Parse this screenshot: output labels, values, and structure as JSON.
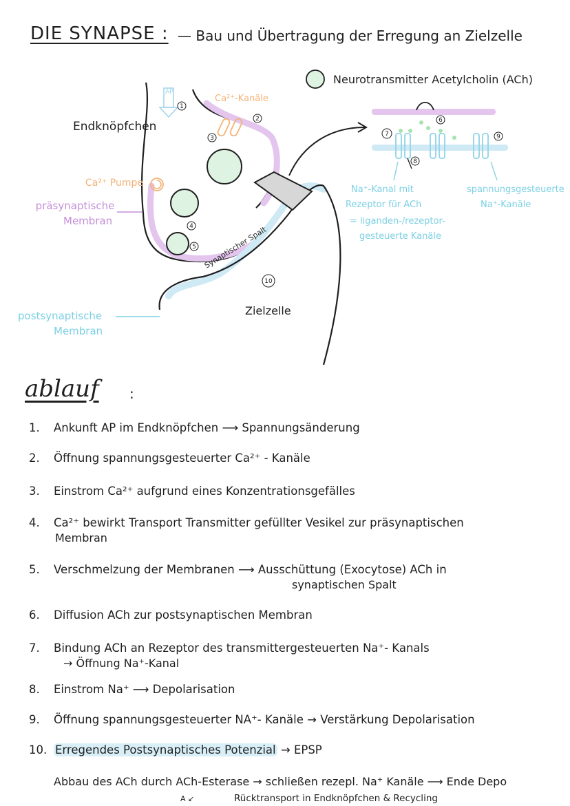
{
  "title": {
    "main": "DIE SYNAPSE :",
    "sub": "— Bau und Übertragung der Erregung an Zielzelle"
  },
  "diagram": {
    "legend": "Neurotransmitter Acetylcholin (ACh)",
    "labels": {
      "endknoepfchen": "Endknöpfchen",
      "ca_kanaele": "Ca²⁺-Kanäle",
      "ca_pumpe": "Ca²⁺ Pumpe",
      "ap": "AP",
      "praesyn_1": "präsynaptische",
      "praesyn_2": "Membran",
      "spalt": "Synaptischer Spalt",
      "postsyn_1": "postsynaptische",
      "postsyn_2": "Membran",
      "zielzelle": "Zielzelle",
      "na_kanal_1": "Na⁺-Kanal mit",
      "na_kanal_2": "Rezeptor für ACh",
      "na_kanal_3": "= liganden-/rezeptor-",
      "na_kanal_4": "gesteuerte Kanäle",
      "spann_1": "spannungsgesteuerte",
      "spann_2": "Na⁺-Kanäle"
    },
    "markers": [
      "1",
      "2",
      "3",
      "4",
      "5",
      "6",
      "7",
      "8",
      "9",
      "10"
    ],
    "colors": {
      "purple": "#c48fd8",
      "blue": "#7cd0e4",
      "orange": "#f3b276",
      "green": "#a6e3b0"
    }
  },
  "ablauf": {
    "heading": "ablauf",
    "colon": ":"
  },
  "steps": [
    {
      "num": "1.",
      "text": "Ankunft AP im Endknöpfchen  ⟶ Spannungsänderung"
    },
    {
      "num": "2.",
      "text": "Öffnung spannungsgesteuerter Ca²⁺ - Kanäle"
    },
    {
      "num": "3.",
      "text": "Einstrom Ca²⁺ aufgrund eines Konzentrationsgefälles"
    },
    {
      "num": "4.",
      "text": "Ca²⁺ bewirkt Transport Transmitter gefüllter Vesikel zur präsynaptischen",
      "cont": "Membran"
    },
    {
      "num": "5.",
      "text": "Verschmelzung der Membranen  ⟶ Ausschüttung (Exocytose) ACh in",
      "cont": "synaptischen Spalt"
    },
    {
      "num": "6.",
      "text": "Diffusion ACh zur postsynaptischen Membran"
    },
    {
      "num": "7.",
      "text": "Bindung ACh an Rezeptor des transmittergesteuerten Na⁺- Kanals",
      "cont": "→ Öffnung Na⁺-Kanal"
    },
    {
      "num": "8.",
      "text": "Einstrom Na⁺ ⟶ Depolarisation"
    },
    {
      "num": "9.",
      "text": "Öffnung spannungsgesteuerter NA⁺- Kanäle → Verstärkung Depolarisation"
    },
    {
      "num": "10.",
      "text_pre": "Erregendes Postsynaptisches Potenzial",
      "text_post": " → EPSP"
    }
  ],
  "footer": {
    "line1": "Abbau des ACh durch ACh-Esterase → schließen rezepl. Na⁺ Kanäle ⟶ Ende Depo",
    "line2": "Rücktransport in Endknöpfchen & Recycling",
    "a": "A ↙"
  }
}
